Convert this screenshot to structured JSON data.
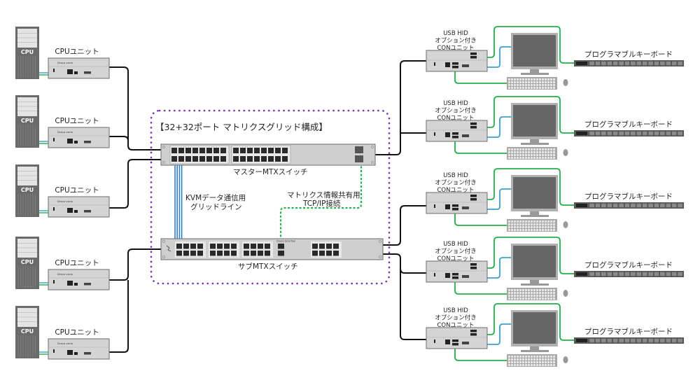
{
  "diagram": {
    "group_title": "【32+32ポート マトリクスグリッド構成】",
    "colors": {
      "group_border": "#7b2fb0",
      "group_title": "#7b2fb0",
      "grid_line": "#2f7fd0",
      "grid_label": "#2f7fd0",
      "tcp_line": "#22b04a",
      "tcp_label": "#22b04a",
      "kvm_cable": "#111111",
      "usb_cable": "#22b04a",
      "video_cable": "#3aa0d0",
      "device_body": "#d4d4d4",
      "device_dark": "#6b6b6b"
    },
    "master_switch": {
      "label": "マスターMTXスイッチ"
    },
    "sub_switch": {
      "label": "サブMTXスイッチ",
      "brand": "Draco tera flex"
    },
    "grid_line_label": [
      "KVMデータ通信用",
      "グリッドライン"
    ],
    "tcp_label": [
      "マトリクス情報共有用",
      "TCP/IP接続"
    ],
    "cpu_units": [
      {
        "pc_label": "CPU",
        "unit_label": "CPUユニット",
        "brand": "Draco vario"
      },
      {
        "pc_label": "CPU",
        "unit_label": "CPUユニット",
        "brand": "Draco vario"
      },
      {
        "pc_label": "CPU",
        "unit_label": "CPUユニット",
        "brand": "Draco vario"
      },
      {
        "pc_label": "CPU",
        "unit_label": "CPUユニット",
        "brand": "Draco vario"
      },
      {
        "pc_label": "CPU",
        "unit_label": "CPUユニット",
        "brand": "Draco vario"
      }
    ],
    "con_units": [
      {
        "label": [
          "USB HID",
          "オプション付き",
          "CONユニット"
        ],
        "keyboard_label": "プログラマブルキーボード"
      },
      {
        "label": [
          "USB HID",
          "オプション付き",
          "CONユニット"
        ],
        "keyboard_label": "プログラマブルキーボード"
      },
      {
        "label": [
          "USB HID",
          "オプション付き",
          "CONユニット"
        ],
        "keyboard_label": "プログラマブルキーボード"
      },
      {
        "label": [
          "USB HID",
          "オプション付き",
          "CONユニット"
        ],
        "keyboard_label": "プログラマブルキーボード"
      },
      {
        "label": [
          "USB HID",
          "オプション付き",
          "CONユニット"
        ],
        "keyboard_label": "プログラマブルキーボード"
      }
    ]
  }
}
